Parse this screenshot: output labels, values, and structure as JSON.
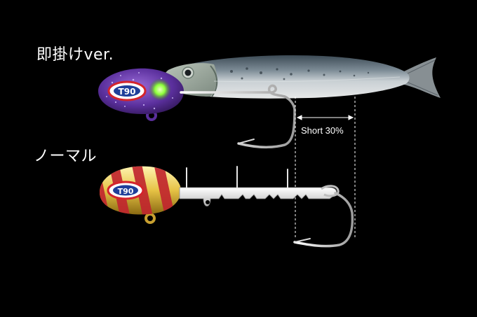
{
  "labels": {
    "sokukake": "即掛けver.",
    "normal": "ノーマル",
    "short": "Short 30%"
  },
  "badges": {
    "top": "T90",
    "bottom": "T90"
  },
  "colors": {
    "background": "#000000",
    "top_head": "#6a3fb0",
    "bottom_head_gold": "#e6c245",
    "bottom_head_red": "#c0262e",
    "glow_eye": "#8dff3a",
    "hook": "#d8d8d8"
  }
}
